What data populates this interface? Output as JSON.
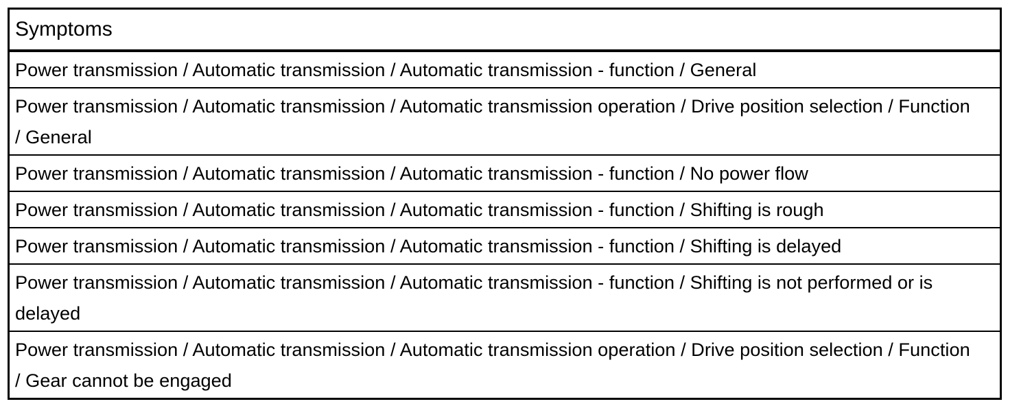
{
  "table": {
    "header": "Symptoms",
    "rows": [
      "Power transmission / Automatic transmission / Automatic transmission - function / General",
      "Power transmission / Automatic transmission / Automatic transmission operation / Drive position selection / Function / General",
      "Power transmission / Automatic transmission / Automatic transmission - function / No power flow",
      "Power transmission / Automatic transmission / Automatic transmission - function / Shifting is rough",
      "Power transmission / Automatic transmission / Automatic transmission - function / Shifting is delayed",
      "Power transmission / Automatic transmission / Automatic transmission - function / Shifting is not performed or is delayed",
      "Power transmission / Automatic transmission / Automatic transmission operation / Drive position selection / Function / Gear cannot be engaged"
    ]
  },
  "colors": {
    "border": "#000000",
    "text": "#000000",
    "background": "#ffffff"
  }
}
